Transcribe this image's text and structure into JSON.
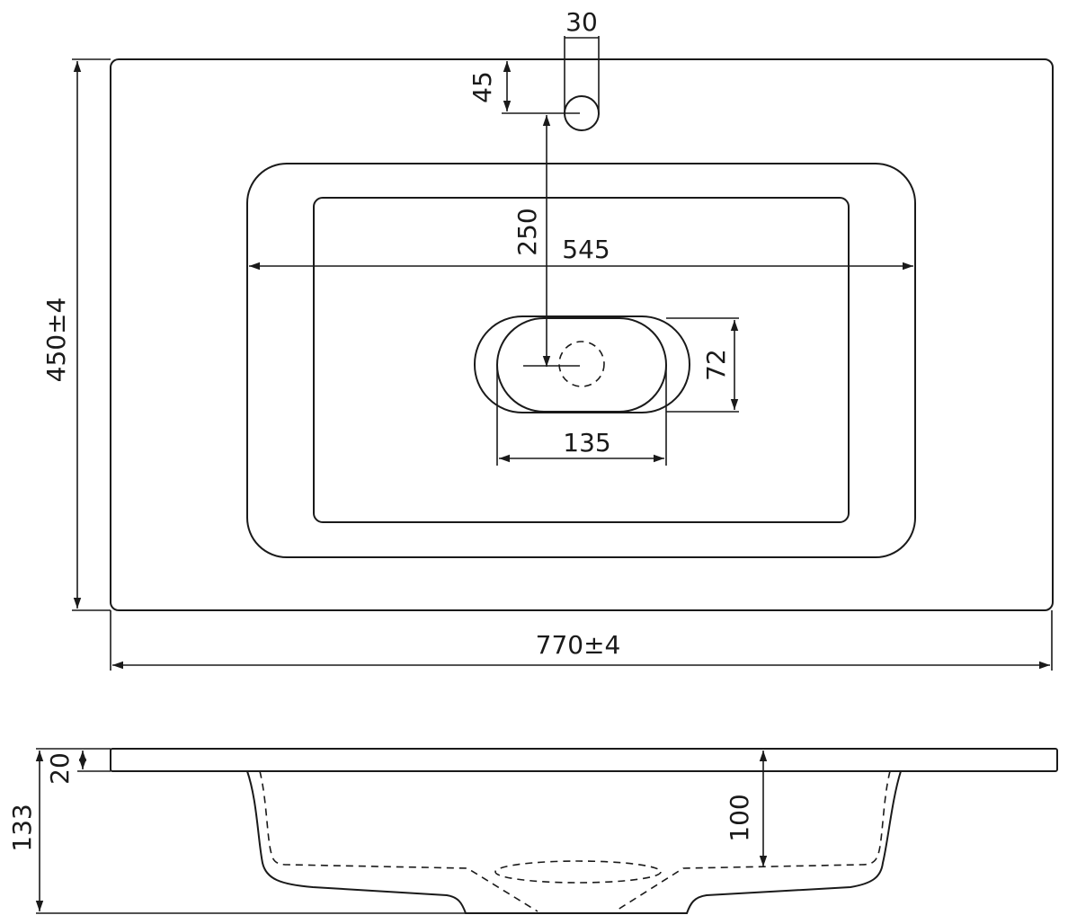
{
  "colors": {
    "line": "#1a1a1a",
    "background": "#ffffff"
  },
  "dimensions": {
    "tap_hole_diameter": "30",
    "tap_hole_offset": "45",
    "tap_to_drain": "250",
    "bowl_width": "545",
    "drain_height": "72",
    "drain_width": "135",
    "overall_depth": "450±4",
    "overall_width": "770±4",
    "slab_thickness": "20",
    "overall_height": "133",
    "bowl_depth": "100"
  }
}
